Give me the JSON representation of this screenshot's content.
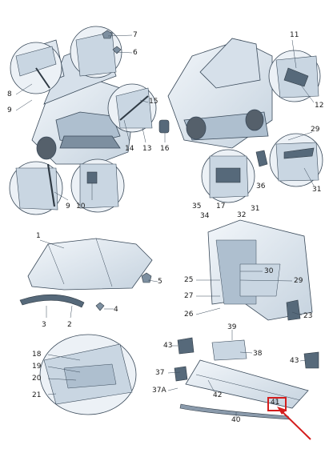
{
  "callouts": {
    "n1": "1",
    "n2": "2",
    "n3": "3",
    "n4": "4",
    "n5": "5",
    "n6": "6",
    "n7": "7",
    "n8": "8",
    "n9a": "9",
    "n9b": "9",
    "n10": "10",
    "n11": "11",
    "n12": "12",
    "n13": "13",
    "n14": "14",
    "n15": "15",
    "n16": "16",
    "n17": "17",
    "n18": "18",
    "n19": "19",
    "n20": "20",
    "n21": "21",
    "n23": "23",
    "n25": "25",
    "n26": "26",
    "n27": "27",
    "n29a": "29",
    "n29b": "29",
    "n30": "30",
    "n31a": "31",
    "n31b": "31",
    "n32": "32",
    "n34": "34",
    "n35": "35",
    "n36": "36",
    "n37": "37",
    "n37a": "37A",
    "n38": "38",
    "n39": "39",
    "n40": "40",
    "n41": "41",
    "n42": "42",
    "n43a": "43",
    "n43b": "43"
  },
  "highlight": {
    "label_ref": "41",
    "color": "#d41d1d"
  },
  "colors": {
    "part_fill": "#e3ebf2",
    "part_stroke": "#3a4a5a",
    "detail_fill": "#c9d6e2",
    "dark_part": "#2f3a44",
    "circle_fill": "#ecf1f6"
  }
}
